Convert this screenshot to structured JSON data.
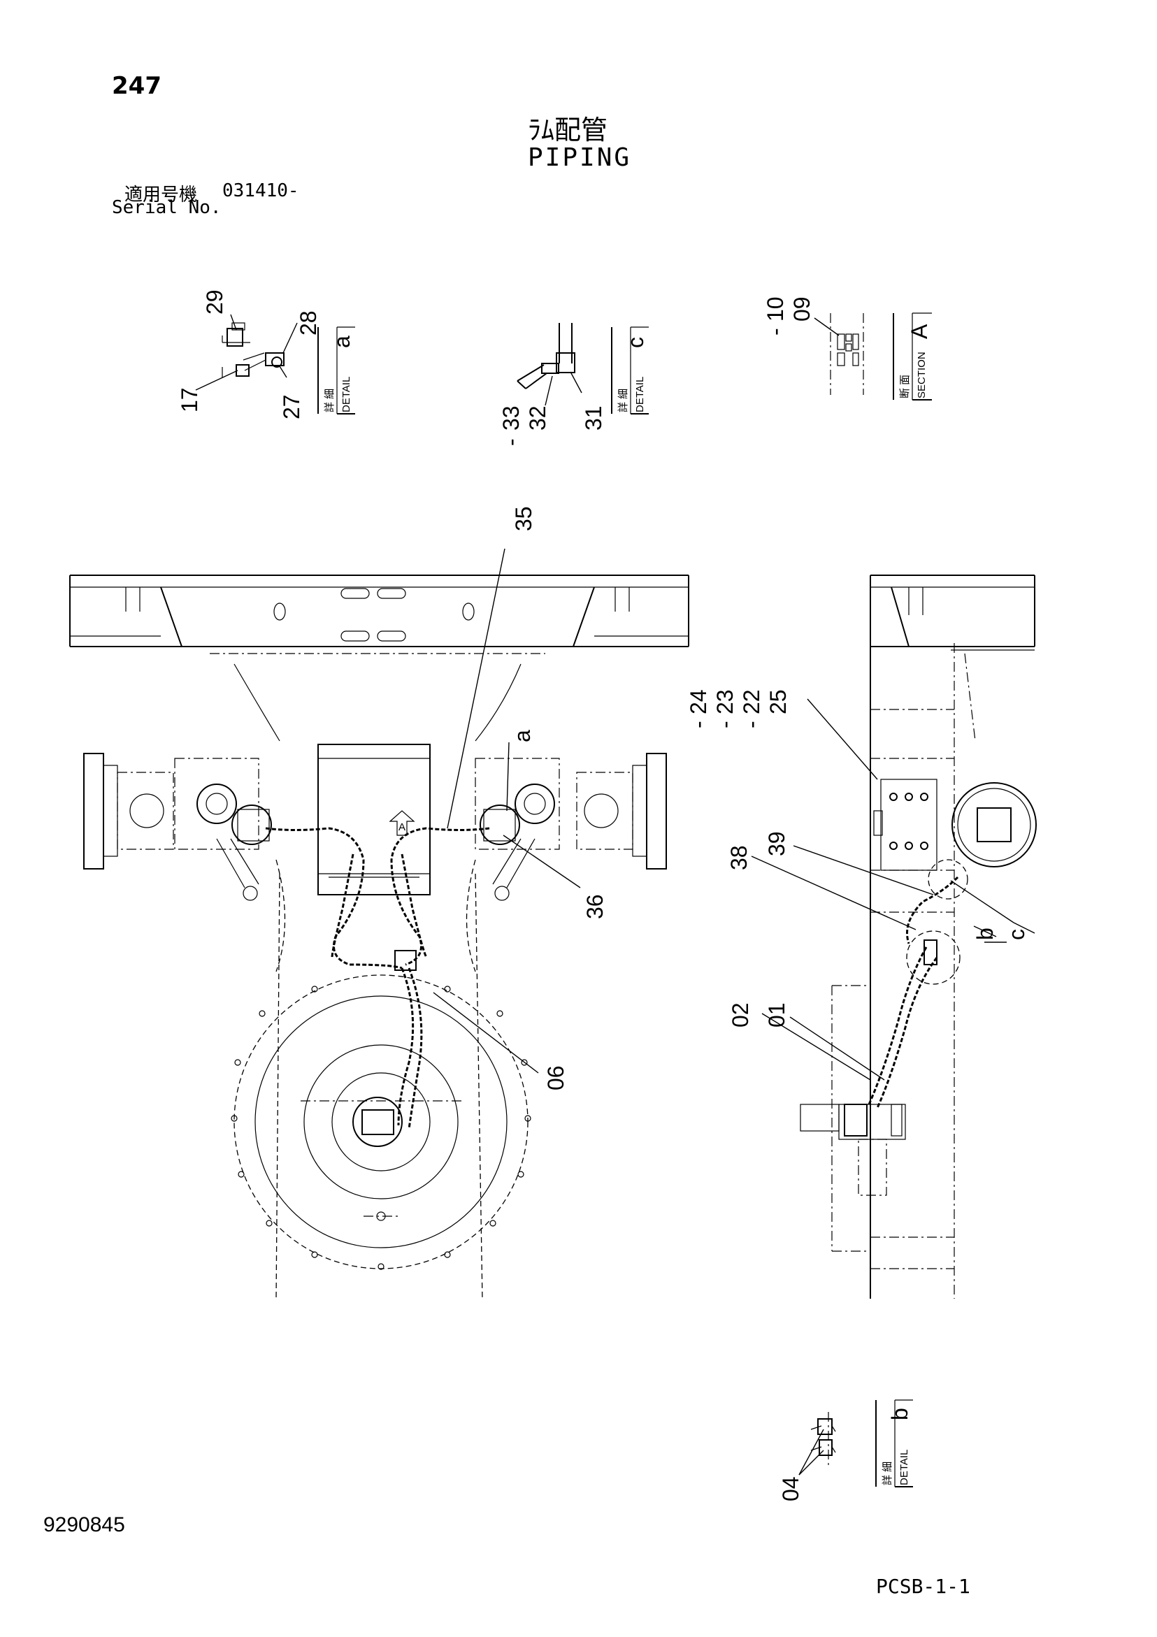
{
  "header": {
    "page_number": "247",
    "title_jp": "ﾗﾑ配管",
    "title_en": "PIPING",
    "serial_label_jp": "適用号機",
    "serial_value": "031410-",
    "serial_label_en": "Serial No."
  },
  "detail_boxes": [
    {
      "id": "a",
      "jp": "詳 細",
      "en": "DETAIL",
      "letter": "a"
    },
    {
      "id": "c",
      "jp": "詳 細",
      "en": "DETAIL",
      "letter": "c"
    },
    {
      "id": "A",
      "jp": "断 面",
      "en": "SECTION",
      "letter": "A"
    },
    {
      "id": "b",
      "jp": "詳 細",
      "en": "DETAIL",
      "letter": "b"
    }
  ],
  "detail_a_parts": [
    "29",
    "28",
    "17",
    "27"
  ],
  "detail_c_parts": [
    "33",
    "32",
    "31"
  ],
  "section_a_parts": [
    "10",
    "09"
  ],
  "main_view_parts": [
    "35",
    "36",
    "06"
  ],
  "main_view_refs": [
    "a"
  ],
  "side_view_parts": [
    "24",
    "23",
    "22",
    "25",
    "38",
    "39",
    "02",
    "01"
  ],
  "side_view_refs": [
    "b",
    "c"
  ],
  "side_view_arrow_label": "A",
  "detail_b_parts": [
    "04"
  ],
  "footer": {
    "doc_number": "9290845",
    "sheet_code": "PCSB-1-1"
  }
}
